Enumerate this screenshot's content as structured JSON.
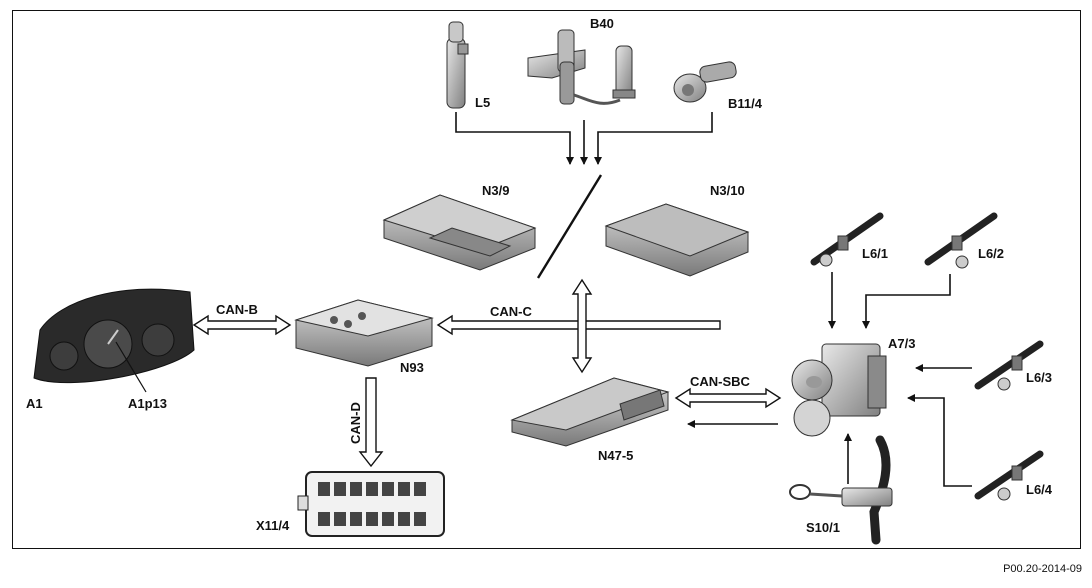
{
  "labels": {
    "l5": "L5",
    "b40": "B40",
    "b11_4": "B11/4",
    "n3_9": "N3/9",
    "n3_10": "N3/10",
    "l6_1": "L6/1",
    "l6_2": "L6/2",
    "l6_3": "L6/3",
    "l6_4": "L6/4",
    "a7_3": "A7/3",
    "a1": "A1",
    "a1p13": "A1p13",
    "n93": "N93",
    "n47_5": "N47-5",
    "x11_4": "X11/4",
    "s10_1": "S10/1"
  },
  "buses": {
    "can_b": "CAN-B",
    "can_c": "CAN-C",
    "can_d": "CAN-D",
    "can_sbc": "CAN-SBC"
  },
  "reference": "P00.20-2014-09"
}
